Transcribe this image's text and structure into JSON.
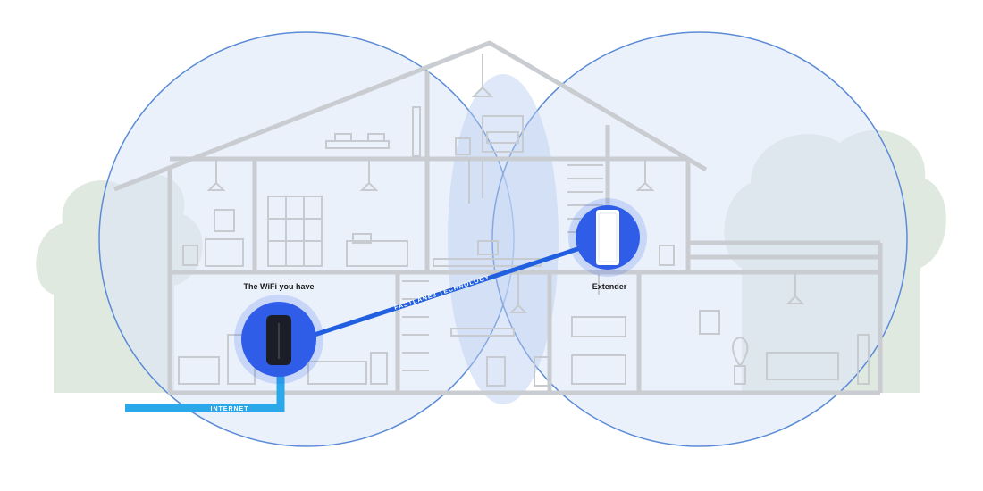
{
  "labels": {
    "router": "The WiFi you have",
    "extender": "Extender",
    "backhaul": "FASTLANE3 TECHNOLOGY",
    "internet": "INTERNET"
  },
  "colors": {
    "coverage_fill": "#dbe6f7",
    "coverage_stroke": "#5b8bd6",
    "device_glow": "#2f5de8",
    "device_body": "#1b1e26",
    "wire": "#1f5fe0",
    "internet_wire": "#2aa8ea",
    "house_line": "#c9ccd1",
    "tree": "#dfe9df"
  },
  "icons": {
    "router": "router-icon",
    "extender": "extender-icon"
  }
}
